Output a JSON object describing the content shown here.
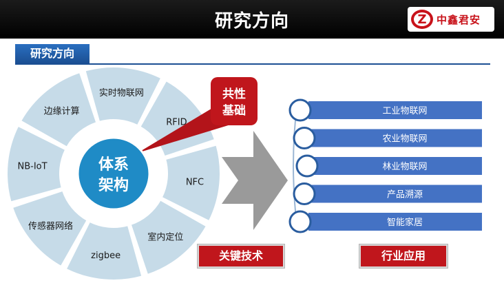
{
  "header": {
    "title": "研究方向"
  },
  "logo": {
    "text": "中鑫君安",
    "letter": "Z"
  },
  "section": {
    "label": "研究方向"
  },
  "ring": {
    "center_line1": "体系",
    "center_line2": "架构",
    "segments": [
      "RFID",
      "NFC",
      "室内定位",
      "zigbee",
      "传感器网络",
      "NB-IoT",
      "边缘计算",
      "实时物联网"
    ]
  },
  "callout": {
    "line1": "共性",
    "line2": "基础"
  },
  "industries": [
    "工业物联网",
    "农业物联网",
    "林业物联网",
    "产品溯源",
    "智能家居"
  ],
  "labels": {
    "key_tech": "关键技术",
    "industry_app": "行业应用"
  },
  "colors": {
    "ring_fill": "#c6dbe8",
    "center": "#1f8bc6",
    "callout": "#c0161c",
    "bar": "#4472c4",
    "arrow": "#9a9a9a"
  }
}
